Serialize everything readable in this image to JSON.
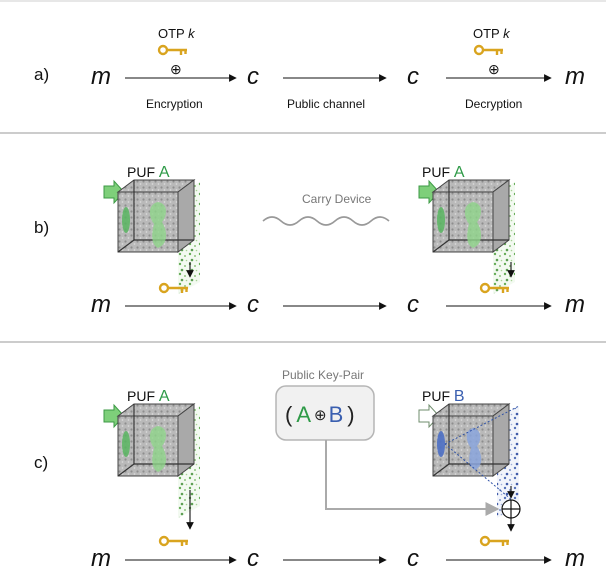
{
  "panels": {
    "a": {
      "label": "a)",
      "otp_prefix": "OTP",
      "otp_var": "k",
      "xor": "⊕",
      "m": "m",
      "c": "c",
      "arrow1": "Encryption",
      "arrow2": "Public channel",
      "arrow3": "Decryption"
    },
    "b": {
      "label": "b)",
      "puf_prefix": "PUF",
      "puf_letter": "A",
      "carry": "Carry Device",
      "m": "m",
      "c": "c"
    },
    "c": {
      "label": "c)",
      "puf_prefix": "PUF",
      "puf_left": "A",
      "puf_right": "B",
      "pair_title": "Public Key-Pair",
      "pair_open": "(",
      "pair_a": "A",
      "pair_xor": "⊕",
      "pair_b": "B",
      "pair_close": ")",
      "m": "m",
      "c": "c"
    }
  },
  "colors": {
    "green": "#2e9a47",
    "blue": "#3a5fb0",
    "key_gold": "#d9a41f",
    "panel_border": "#bbbbbb",
    "arrow": "#111111",
    "grey_line": "#aaaaaa"
  },
  "icons": [
    "key-icon",
    "puf-cube-icon",
    "speckle-pattern-icon",
    "input-arrow-icon",
    "xor-circle-icon",
    "wavy-line-icon"
  ]
}
